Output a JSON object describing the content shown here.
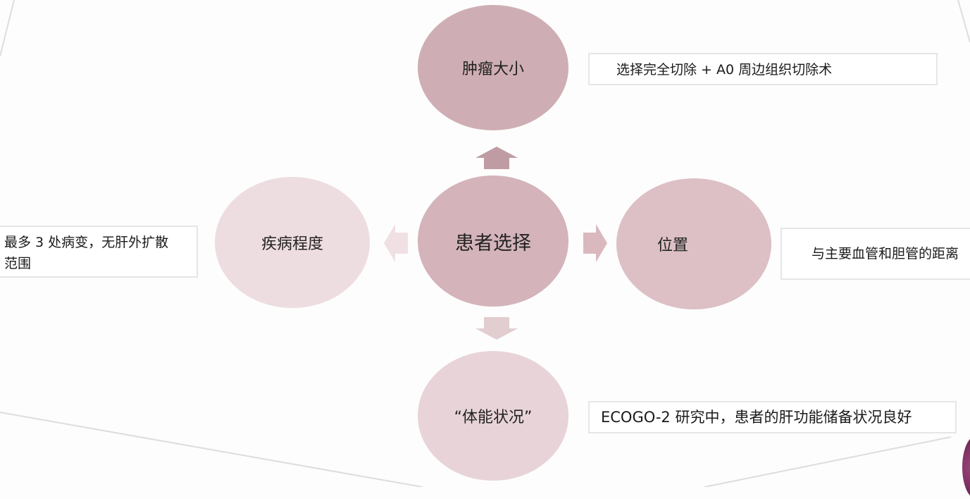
{
  "diagram": {
    "center": {
      "label": "患者选择",
      "color": "#d4b3bb"
    },
    "nodes": [
      {
        "id": "top",
        "label": "肿瘤大小",
        "color": "#ceaeb4",
        "note": "选择完全切除 + A0 周边组织切除术"
      },
      {
        "id": "left",
        "label": "疾病程度",
        "color": "#eedde0",
        "note": "最多 3 处病变，无肝外扩散范围"
      },
      {
        "id": "right",
        "label": "位置",
        "color": "#dcc0c6",
        "note": "与主要血管和胆管的距离"
      },
      {
        "id": "bottom",
        "label": "“体能状况”",
        "color": "#e8d4d8",
        "note": "ECOGO-2 研究中，患者的肝功能储备状况良好"
      }
    ],
    "arrow_colors": {
      "up": "#bf9ca3",
      "left": "#f0e0e3",
      "right": "#d9b8be",
      "down": "#e2cdd1"
    }
  }
}
